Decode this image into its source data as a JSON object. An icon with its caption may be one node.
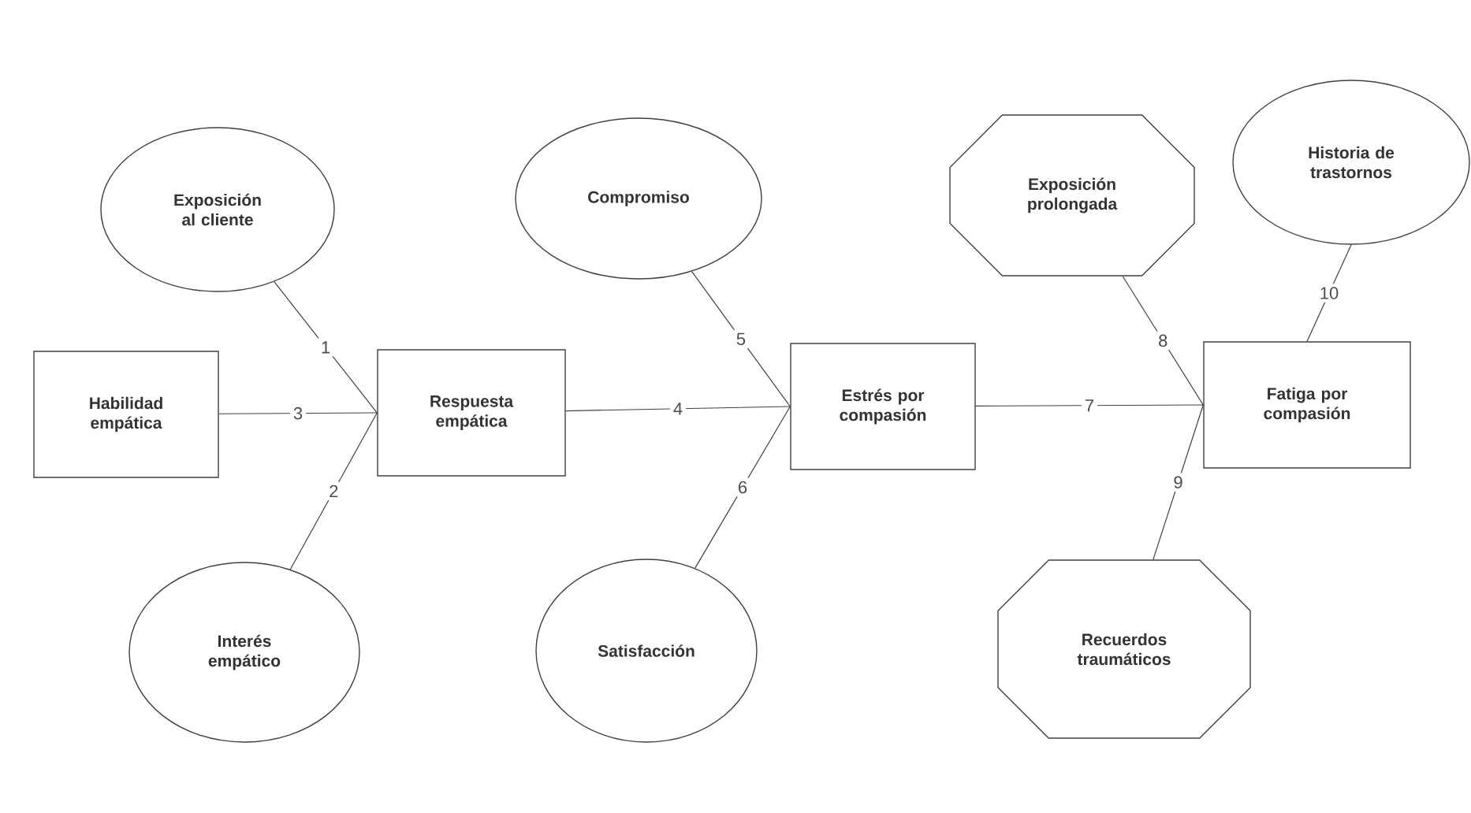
{
  "diagram": {
    "nodes": [
      {
        "text": [
          "Exposición al cliente"
        ]
      },
      {
        "text": [
          "Compromiso"
        ]
      },
      {
        "text": [
          "Exposición prolongada"
        ]
      },
      {
        "text": [
          "Historia de trastornos"
        ]
      },
      {
        "text": [
          "Habilidad empática"
        ]
      },
      {
        "text": [
          "Respuesta empática"
        ]
      },
      {
        "text": [
          "Estrés por compasión"
        ]
      },
      {
        "text": [
          "Fatiga por compasión"
        ]
      },
      {
        "text": [
          "Interés empático"
        ]
      },
      {
        "text": [
          "Satisfacción"
        ]
      },
      {
        "text": [
          "Recuerdos traumáticos"
        ]
      }
    ],
    "edges": [
      {
        "from": 0,
        "to": 5,
        "arrow": "none",
        "label": "1"
      },
      {
        "from": 8,
        "to": 5,
        "arrow": "none",
        "label": "2"
      },
      {
        "from": 4,
        "to": 5,
        "arrow": "none",
        "label": "3"
      },
      {
        "from": 5,
        "to": 6,
        "arrow": "none",
        "label": "4"
      },
      {
        "from": 1,
        "to": 6,
        "arrow": "none",
        "label": "5"
      },
      {
        "from": 9,
        "to": 6,
        "arrow": "none",
        "label": "6"
      },
      {
        "from": 6,
        "to": 7,
        "arrow": "none",
        "label": "7"
      },
      {
        "from": 2,
        "to": 7,
        "arrow": "none",
        "label": "8"
      },
      {
        "from": 10,
        "to": 7,
        "arrow": "none",
        "label": "9"
      },
      {
        "from": 3,
        "to": 7,
        "arrow": "none",
        "label": "10"
      }
    ]
  }
}
